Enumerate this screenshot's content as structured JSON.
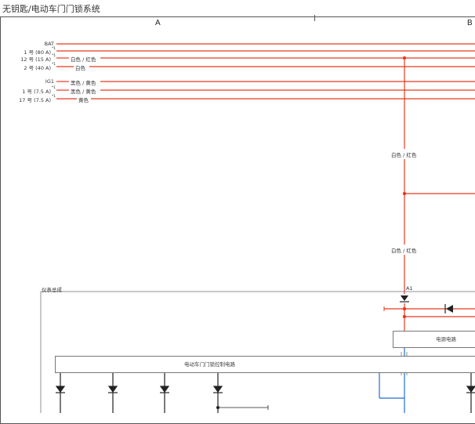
{
  "title": "无钥匙/电动车门门锁系统",
  "zones": {
    "a": "A",
    "b": "B"
  },
  "power": {
    "bat": "BAT",
    "fuse1": "1 号 (80 A)",
    "fuse12": "12 号 (15 A)",
    "fuse2": "2 号 (40 A)",
    "ig1": "IG1",
    "fuse1b": "1 号 (7.5 A)",
    "fuse17": "17 号 (7.5 A)",
    "fuse_mark": "*1"
  },
  "wires": {
    "w12": "白色 / 红色",
    "w2": "白色",
    "wig1": "黑色 / 黄色",
    "w1b": "黑色 / 黄色",
    "w17": "黄色",
    "vert_upper": "白色 / 红色",
    "vert_lower": "白色 / 红色"
  },
  "modules": {
    "dash": "仪表总成",
    "connector": "A1",
    "power_circuit": "电源电路",
    "lock_control": "电动车门门锁控制电路"
  },
  "colors": {
    "wire_red": "#e8391f",
    "wire_blue": "#1e6fd0",
    "line": "#333333"
  }
}
